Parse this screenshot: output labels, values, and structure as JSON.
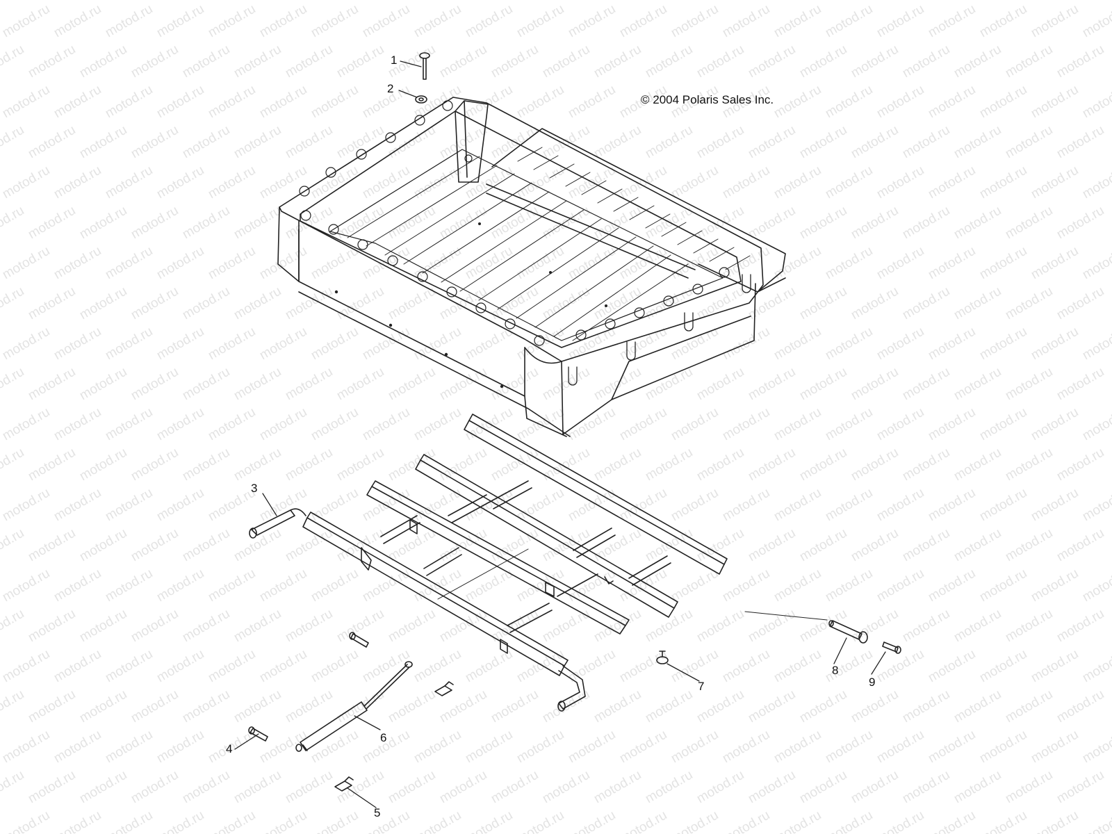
{
  "copyright": "© 2004 Polaris Sales Inc.",
  "watermark": "motod.ru",
  "callouts": [
    {
      "id": "1",
      "label": "1"
    },
    {
      "id": "2",
      "label": "2"
    },
    {
      "id": "3",
      "label": "3"
    },
    {
      "id": "4",
      "label": "4"
    },
    {
      "id": "5",
      "label": "5"
    },
    {
      "id": "6",
      "label": "6"
    },
    {
      "id": "7",
      "label": "7"
    },
    {
      "id": "8",
      "label": "8"
    },
    {
      "id": "9",
      "label": "9"
    }
  ],
  "colors": {
    "line": "#222222",
    "watermark": "#e3e3e3",
    "background": "#ffffff"
  }
}
